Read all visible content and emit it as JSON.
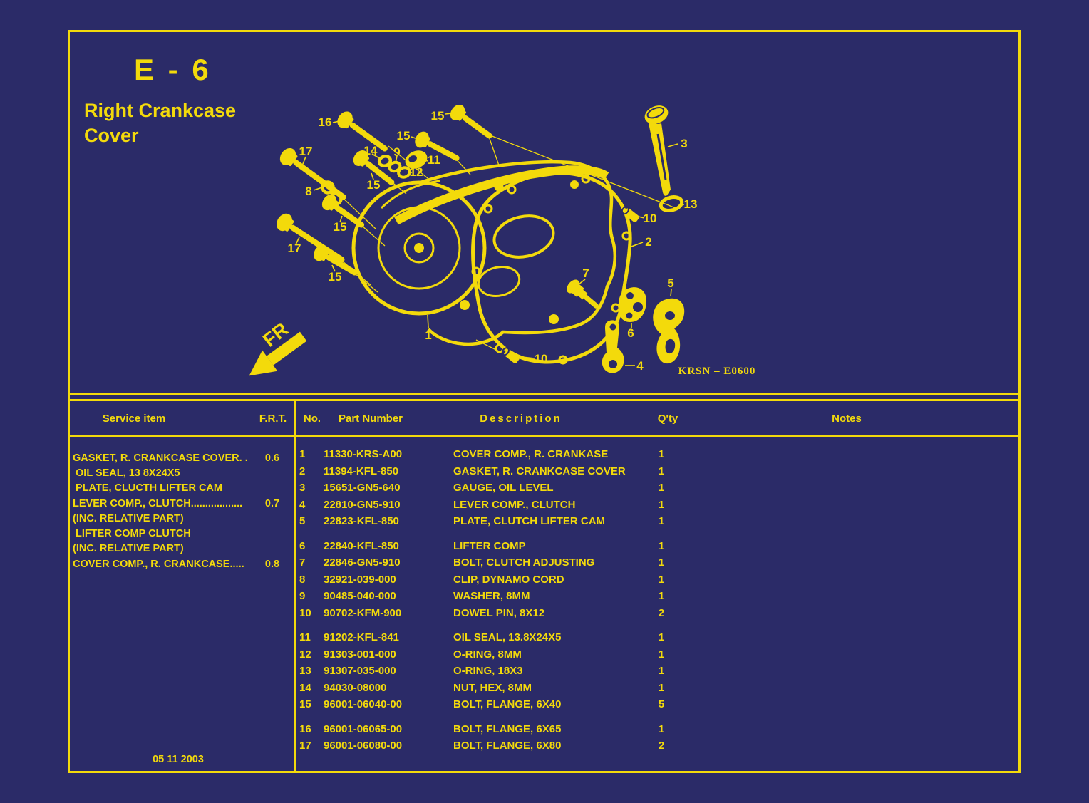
{
  "page": {
    "code": "E - 6",
    "title_lines": [
      "Right Crankcase",
      "Cover"
    ],
    "diagram_code": "KRSN – E0600",
    "fr_label": "FR",
    "date": "05 11 2003"
  },
  "colors": {
    "background": "#2b2b68",
    "ink": "#f3da0b"
  },
  "service_table": {
    "header_item": "Service item",
    "header_frt": "F.R.T.",
    "rows": [
      {
        "item": "GASKET, R. CRANKCASE COVER. .",
        "frt": "0.6"
      },
      {
        "item": " OIL SEAL, 13 8X24X5",
        "frt": ""
      },
      {
        "item": " PLATE, CLUCTH LIFTER CAM",
        "frt": ""
      },
      {
        "item": "LEVER COMP., CLUTCH..................",
        "frt": "0.7"
      },
      {
        "item": "(INC. RELATIVE PART)",
        "frt": ""
      },
      {
        "item": " LIFTER COMP CLUTCH",
        "frt": ""
      },
      {
        "item": "(INC. RELATIVE PART)",
        "frt": ""
      },
      {
        "item": "COVER COMP., R. CRANKCASE.....",
        "frt": "0.8"
      }
    ]
  },
  "parts_table": {
    "header_no": "No.",
    "header_part_number": "Part Number",
    "header_description": "Description",
    "header_qty": "Q'ty",
    "header_notes": "Notes",
    "groups": [
      [
        {
          "no": "1",
          "part_number": "11330-KRS-A00",
          "description": "COVER COMP., R. CRANKASE",
          "qty": "1",
          "notes": ""
        },
        {
          "no": "2",
          "part_number": "11394-KFL-850",
          "description": "GASKET, R. CRANKCASE COVER",
          "qty": "1",
          "notes": ""
        },
        {
          "no": "3",
          "part_number": "15651-GN5-640",
          "description": "GAUGE, OIL LEVEL",
          "qty": "1",
          "notes": ""
        },
        {
          "no": "4",
          "part_number": "22810-GN5-910",
          "description": "LEVER COMP., CLUTCH",
          "qty": "1",
          "notes": ""
        },
        {
          "no": "5",
          "part_number": "22823-KFL-850",
          "description": "PLATE, CLUTCH LIFTER CAM",
          "qty": "1",
          "notes": ""
        }
      ],
      [
        {
          "no": "6",
          "part_number": "22840-KFL-850",
          "description": "LIFTER COMP",
          "qty": "1",
          "notes": ""
        },
        {
          "no": "7",
          "part_number": "22846-GN5-910",
          "description": "BOLT, CLUTCH ADJUSTING",
          "qty": "1",
          "notes": ""
        },
        {
          "no": "8",
          "part_number": "32921-039-000",
          "description": "CLIP, DYNAMO CORD",
          "qty": "1",
          "notes": ""
        },
        {
          "no": "9",
          "part_number": "90485-040-000",
          "description": "WASHER, 8MM",
          "qty": "1",
          "notes": ""
        },
        {
          "no": "10",
          "part_number": "90702-KFM-900",
          "description": "DOWEL PIN, 8X12",
          "qty": "2",
          "notes": ""
        }
      ],
      [
        {
          "no": "11",
          "part_number": "91202-KFL-841",
          "description": "OIL SEAL, 13.8X24X5",
          "qty": "1",
          "notes": ""
        },
        {
          "no": "12",
          "part_number": "91303-001-000",
          "description": "O-RING, 8MM",
          "qty": "1",
          "notes": ""
        },
        {
          "no": "13",
          "part_number": "91307-035-000",
          "description": "O-RING, 18X3",
          "qty": "1",
          "notes": ""
        },
        {
          "no": "14",
          "part_number": "94030-08000",
          "description": "NUT, HEX, 8MM",
          "qty": "1",
          "notes": ""
        },
        {
          "no": "15",
          "part_number": "96001-06040-00",
          "description": "BOLT, FLANGE, 6X40",
          "qty": "5",
          "notes": ""
        }
      ],
      [
        {
          "no": "16",
          "part_number": "96001-06065-00",
          "description": "BOLT, FLANGE, 6X65",
          "qty": "1",
          "notes": ""
        },
        {
          "no": "17",
          "part_number": "96001-06080-00",
          "description": "BOLT, FLANGE, 6X80",
          "qty": "2",
          "notes": ""
        }
      ]
    ]
  },
  "diagram": {
    "callouts": [
      {
        "label": "16"
      },
      {
        "label": "15"
      },
      {
        "label": "15"
      },
      {
        "label": "17"
      },
      {
        "label": "14"
      },
      {
        "label": "9"
      },
      {
        "label": "11"
      },
      {
        "label": "12"
      },
      {
        "label": "15"
      },
      {
        "label": "8"
      },
      {
        "label": "15"
      },
      {
        "label": "17"
      },
      {
        "label": "15"
      },
      {
        "label": "3"
      },
      {
        "label": "13"
      },
      {
        "label": "10"
      },
      {
        "label": "2"
      },
      {
        "label": "7"
      },
      {
        "label": "5"
      },
      {
        "label": "6"
      },
      {
        "label": "4"
      },
      {
        "label": "10"
      },
      {
        "label": "1"
      }
    ]
  }
}
